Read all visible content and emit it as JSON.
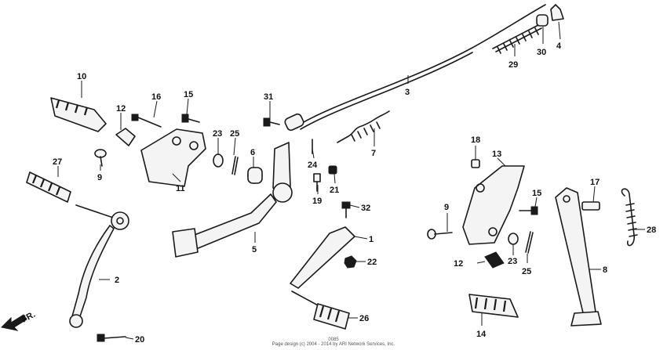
{
  "callouts": {
    "c1": "1",
    "c2": "2",
    "c3": "3",
    "c4": "4",
    "c5": "5",
    "c6": "6",
    "c7": "7",
    "c8": "8",
    "c9a": "9",
    "c9b": "9",
    "c10": "10",
    "c11": "11",
    "c12a": "12",
    "c12b": "12",
    "c13": "13",
    "c14": "14",
    "c15a": "15",
    "c15b": "15",
    "c16": "16",
    "c17": "17",
    "c18": "18",
    "c19": "19",
    "c20": "20",
    "c21": "21",
    "c22": "22",
    "c23a": "23",
    "c23b": "23",
    "c24": "24",
    "c25a": "25",
    "c25b": "25",
    "c26": "26",
    "c27": "27",
    "c28": "28",
    "c29": "29",
    "c30": "30",
    "c31": "31",
    "c32": "32"
  },
  "direction_label": "FR.",
  "footer": {
    "code": "0085",
    "copyright": "Page design (c) 2004 - 2014 by ARI Network Services, Inc."
  }
}
